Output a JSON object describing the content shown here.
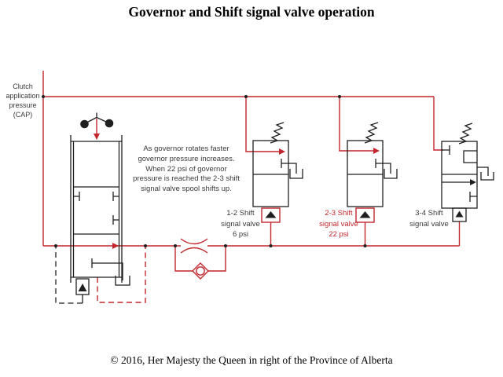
{
  "slide": {
    "title": "Governor and Shift signal valve operation",
    "copyright": "© 2016, Her Majesty the Queen in right of the Province of Alberta"
  },
  "labels": {
    "cap": "Clutch\napplication\npressure\n(CAP)",
    "description": "As governor rotates faster\ngovernor pressure increases.\nWhen 22 psi of governor\npressure is reached the 2-3 shift\nsignal valve spool shifts up.",
    "valve_1_2": "1-2 Shift\nsignal valve\n6 psi",
    "valve_2_3": "2-3 Shift\nsignal valve\n22 psi",
    "valve_3_4": "3-4 Shift\nsignal valve"
  },
  "colors": {
    "line_red": "#c1272d",
    "line_black": "#1f1f1f",
    "text_dark": "#3a3a3a",
    "background": "#ffffff"
  }
}
